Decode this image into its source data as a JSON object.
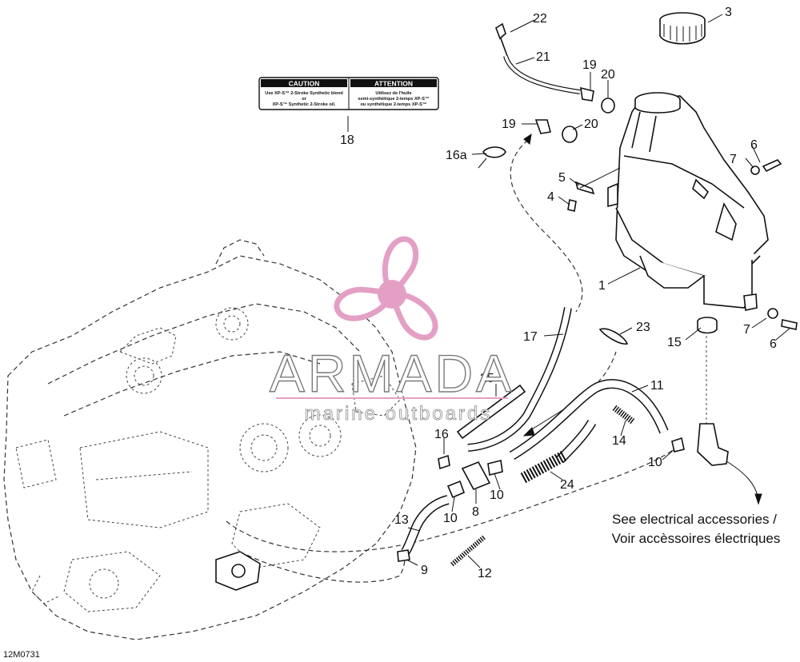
{
  "figure_code": "12M0731",
  "caption": {
    "line1": "See electrical accessories /",
    "line2": "Voir accèssoires électriques"
  },
  "decal": {
    "left_title": "CAUTION",
    "left_lines": [
      "Use XP-S™ 2-Stroke Synthetic blend",
      "or",
      "XP-S™ Synthetic 2-Stroke oil."
    ],
    "right_title": "ATTENTION",
    "right_lines": [
      "Utilisez de l'huile",
      "semi-synthétique 2-temps XP-S™",
      "ou synthétique 2-temps XP-S™"
    ]
  },
  "watermark": {
    "title": "ARMADA",
    "subtitle": "marine outboards",
    "accent_color": "#e4a0c4"
  },
  "callouts": {
    "c1": "1",
    "c3": "3",
    "c4": "4",
    "c5": "5",
    "c6a": "6",
    "c6b": "6",
    "c7a": "7",
    "c7b": "7",
    "c8": "8",
    "c9": "9",
    "c10a": "10",
    "c10b": "10",
    "c10c": "10",
    "c11": "11",
    "c12": "12",
    "c13": "13",
    "c14": "14",
    "c15": "15",
    "c16": "16",
    "c16a": "16a",
    "c17": "17",
    "c18": "18",
    "c19a": "19",
    "c19b": "19",
    "c20a": "20",
    "c20b": "20",
    "c21": "21",
    "c22": "22",
    "c23": "23",
    "c24": "24",
    "c25": "25"
  }
}
